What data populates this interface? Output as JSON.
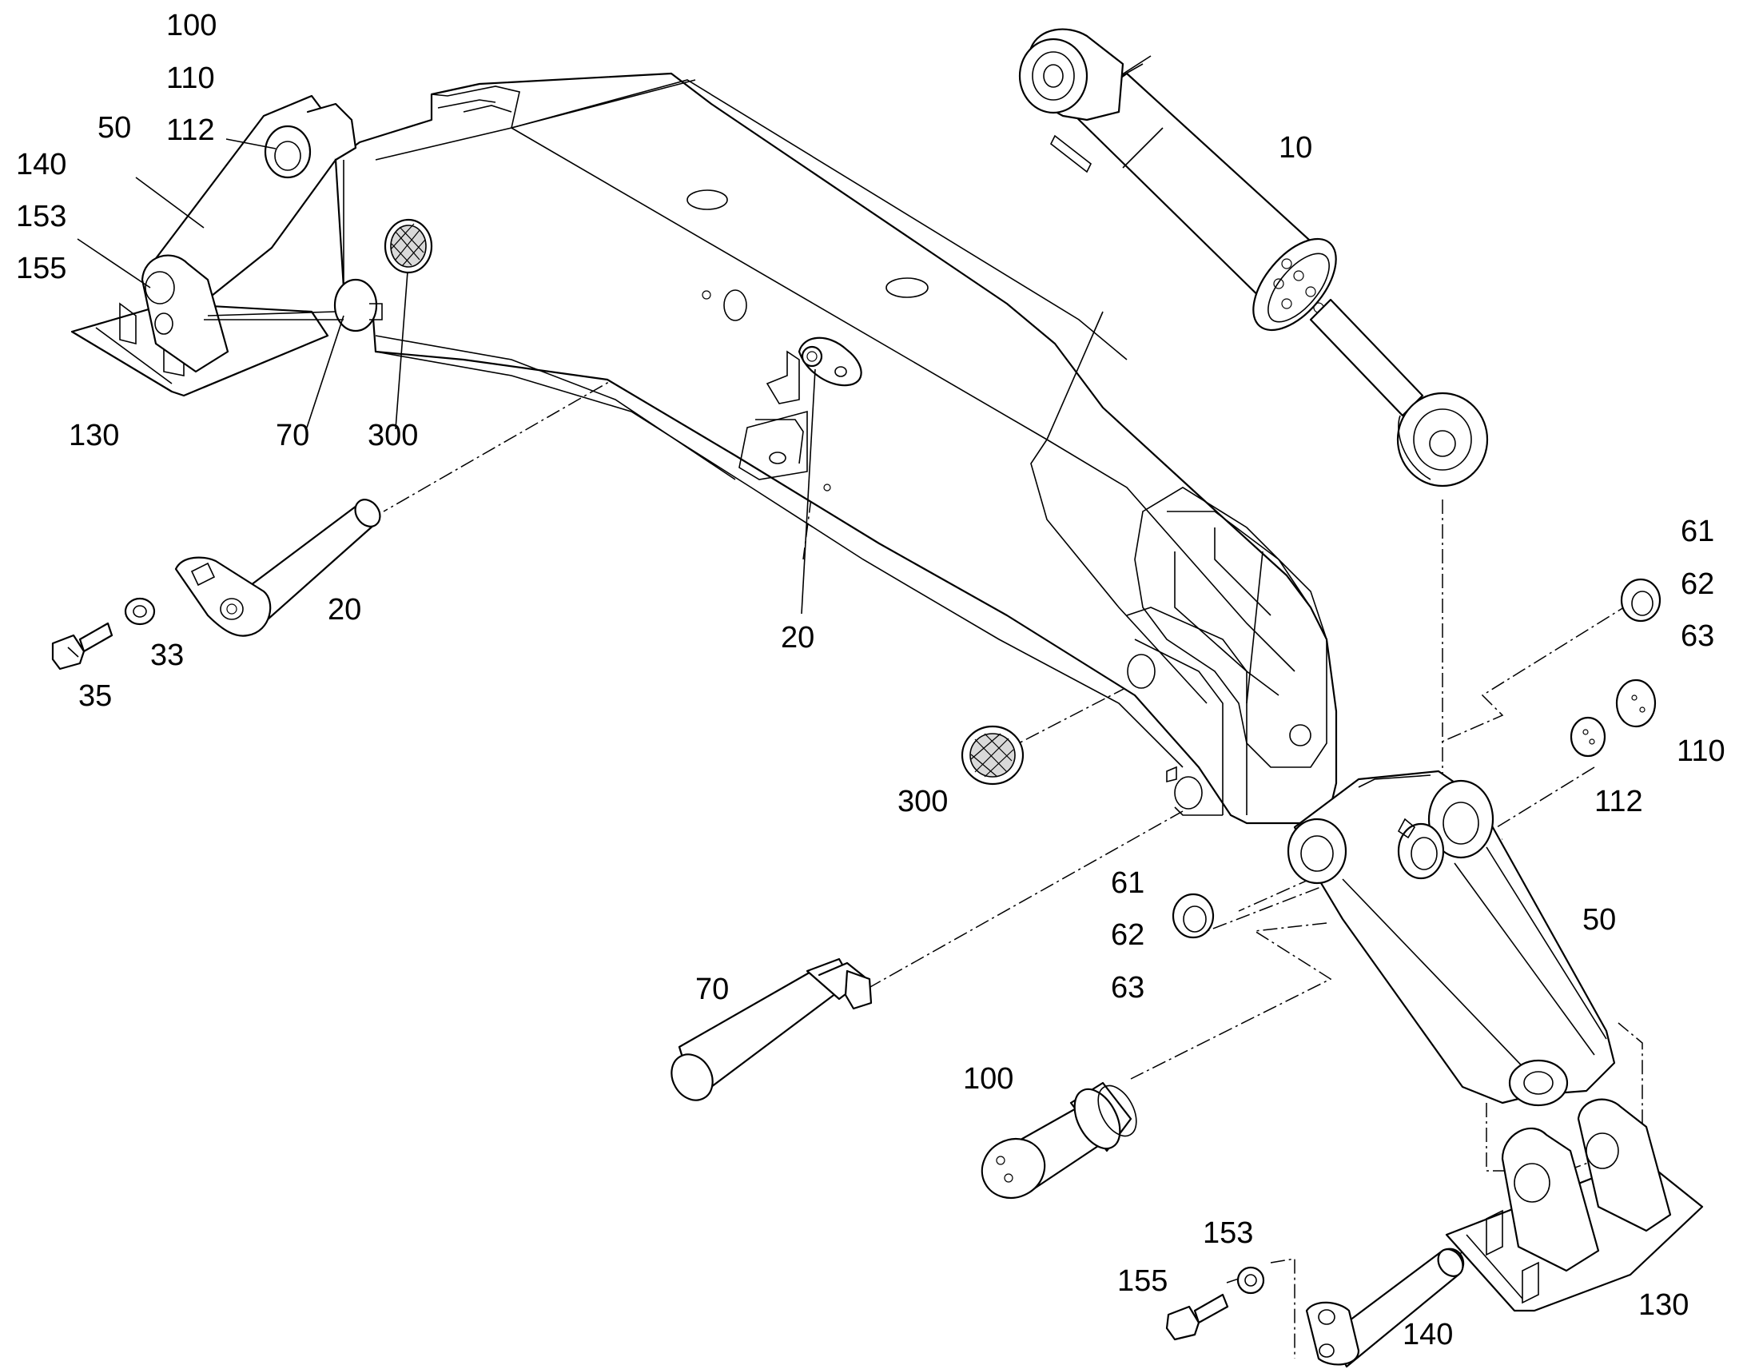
{
  "diagram": {
    "labels": {
      "tl_100": "100",
      "tl_110": "110",
      "tl_112": "112",
      "tl_50": "50",
      "tl_140": "140",
      "tl_153": "153",
      "tl_155": "155",
      "tl_130": "130",
      "tl_70": "70",
      "tl_300": "300",
      "cyl_10": "10",
      "pin_20_left": "20",
      "washer_33": "33",
      "bolt_35": "35",
      "pin_20_mid": "20",
      "seal_300_lower": "300",
      "r_61": "61",
      "r_62": "62",
      "r_63": "63",
      "r_110": "110",
      "r_112": "112",
      "link_50": "50",
      "m_61": "61",
      "m_62": "62",
      "m_63": "63",
      "pin_70": "70",
      "pin_100": "100",
      "b_153": "153",
      "b_155": "155",
      "b_140": "140",
      "b_130": "130"
    }
  }
}
